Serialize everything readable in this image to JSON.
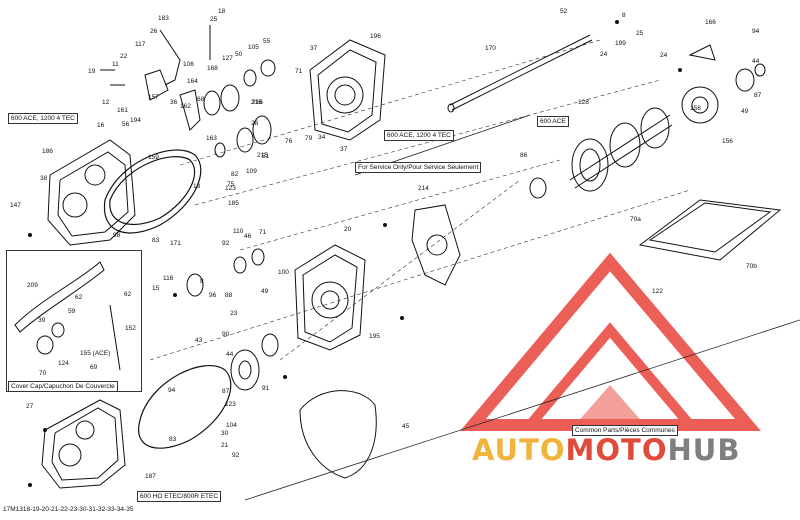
{
  "callouts": {
    "ace_1200_left": "600 ACE, 1200 4 TEC",
    "ace_1200_center": "600 ACE, 1200 4 TEC",
    "service_only": "For Service Only/Pour Service Seulement",
    "ace_600": "600 ACE",
    "cover_cap": "Cover Cap/Capuchon De Couvercle",
    "common_parts": "Common Parts/Pièces Communes",
    "ho_etec": "600 HO ETEC/800R ETEC"
  },
  "footer_code": "17M1318-19-20-21-22-23-30-31-32-33-34-35",
  "watermark": {
    "auto": "AUTO",
    "moto": "MOTO",
    "hub": "HUB",
    "colors": {
      "auto": "#f0b43c",
      "moto": "#e04a3a",
      "hub": "#7f7f7f",
      "triangle": "#e8443a"
    }
  },
  "part_labels": [
    "183",
    "18",
    "26",
    "117",
    "11",
    "19",
    "22",
    "12",
    "157",
    "106",
    "168",
    "127",
    "50",
    "105",
    "55",
    "164",
    "37",
    "196",
    "71",
    "25",
    "16",
    "161",
    "162",
    "68",
    "36",
    "56",
    "159",
    "163",
    "194",
    "216",
    "109",
    "51",
    "76",
    "215",
    "82",
    "79",
    "34",
    "75",
    "186",
    "38",
    "147",
    "98",
    "13",
    "123",
    "83",
    "185",
    "171",
    "110",
    "92",
    "214",
    "20",
    "46",
    "71",
    "100",
    "116",
    "8",
    "96",
    "88",
    "15",
    "49",
    "23",
    "90",
    "43",
    "44",
    "91",
    "94",
    "87",
    "123",
    "104",
    "83",
    "30",
    "21",
    "92",
    "45",
    "27",
    "195",
    "187",
    "209",
    "62",
    "59",
    "39",
    "152",
    "155 (ACE)",
    "70",
    "124",
    "62",
    "69",
    "52",
    "199",
    "8",
    "25",
    "170",
    "24",
    "128",
    "86",
    "166",
    "94",
    "24",
    "44",
    "87",
    "49",
    "156",
    "70a",
    "70b",
    "122",
    "158",
    "37",
    "216",
    "28"
  ],
  "inset_title": "Cover Cap/Capuchon De Couvercle"
}
